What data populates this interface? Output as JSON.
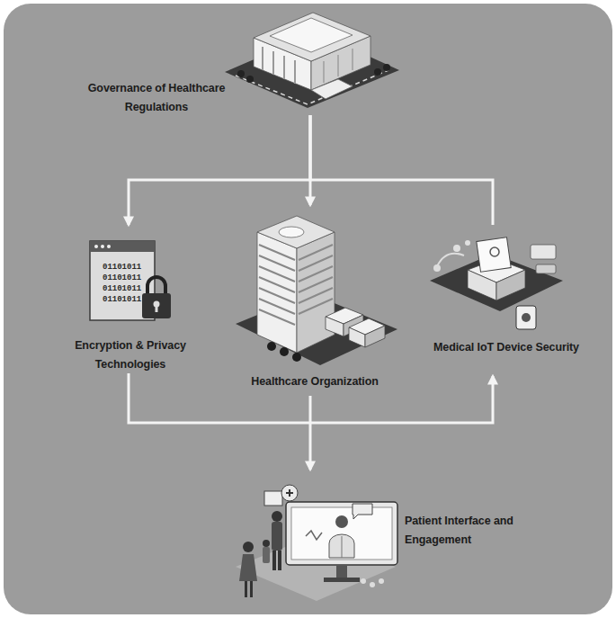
{
  "diagram": {
    "nodes": [
      {
        "text": [
          "Governance of Healthcare Regulations"
        ]
      },
      {
        "text": [
          "Encryption & Privacy Technologies"
        ]
      },
      {
        "text": [
          "Healthcare Organization"
        ]
      },
      {
        "text": [
          "Medical IoT Device Security"
        ]
      },
      {
        "text": [
          "Patient Interface and Engagement"
        ]
      }
    ],
    "edges": [
      {
        "from": 0,
        "to": 2,
        "arrow": "to"
      },
      {
        "from": 0,
        "to": 1,
        "arrow": "to"
      },
      {
        "from": 0,
        "to": 3,
        "arrow": "none"
      },
      {
        "from": 1,
        "to": 3,
        "arrow": "to"
      },
      {
        "from": 2,
        "to": 4,
        "arrow": "to"
      }
    ],
    "labels": [
      "01101011",
      "01101011",
      "01101011",
      "01101011"
    ]
  }
}
